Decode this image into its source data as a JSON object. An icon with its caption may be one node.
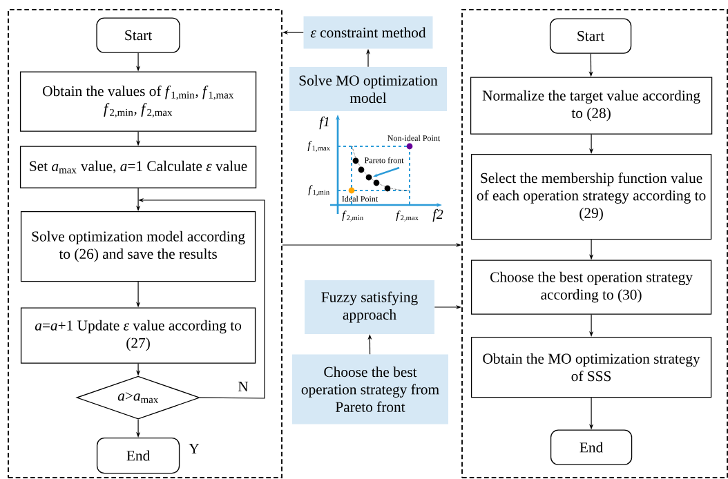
{
  "diagram": {
    "nodes": [
      {
        "text": [],
        "shape": "box"
      },
      {
        "text": [
          "Start"
        ],
        "in": 0
      },
      {
        "text": [
          "Obtain the values of *f*$_{1,min}$, *f*$_{1,max}$ *f*$_{2,min}$, *f*$_{2,max}$"
        ],
        "in": 0
      },
      {
        "text": [
          "Set *a*$_{max}$ value, *a*=1 Calculate *ε* value"
        ],
        "in": 0
      },
      {
        "text": [
          "Solve optimization model according to (26) and save the results"
        ],
        "in": 0
      },
      {
        "text": [
          "*a*=*a*+1 Update *ε* value according to (27)"
        ],
        "in": 0
      },
      {
        "text": [
          "*a*>*a*$_{max}$"
        ],
        "in": 0
      },
      {
        "text": [
          "End"
        ],
        "in": 0
      },
      {
        "text": [],
        "shape": "box"
      },
      {
        "text": [
          "Start"
        ],
        "in": 8
      },
      {
        "text": [
          "Normalize the target value according to (28)"
        ],
        "in": 8
      },
      {
        "text": [
          "Select the membership function value of each operation strategy according to (29)"
        ],
        "in": 8
      },
      {
        "text": [
          "Choose the best operation strategy according to (30)"
        ],
        "in": 8
      },
      {
        "text": [
          "Obtain the MO optimization strategy of SSS"
        ],
        "in": 8
      },
      {
        "text": [
          "End"
        ],
        "in": 8
      },
      {
        "text": [
          "*ε* constraint method"
        ]
      },
      {
        "text": [
          "Solve MO optimization model"
        ]
      },
      {
        "text": [
          "Fuzzy satisfying approach"
        ]
      },
      {
        "text": [
          "Choose the best operation strategy from Pareto front"
        ]
      }
    ],
    "edges": [
      {
        "from": 1,
        "to": 2,
        "arrow": "to"
      },
      {
        "from": 2,
        "to": 3,
        "arrow": "to"
      },
      {
        "from": 3,
        "to": 4,
        "arrow": "to"
      },
      {
        "from": 4,
        "to": 5,
        "arrow": "to"
      },
      {
        "from": 5,
        "to": 6,
        "arrow": "to"
      },
      {
        "from": 6,
        "to": 7,
        "arrow": "to",
        "label": "Y"
      },
      {
        "from": 6,
        "to": 4,
        "arrow": "to",
        "label": "N"
      },
      {
        "from": 9,
        "to": 10,
        "arrow": "to"
      },
      {
        "from": 10,
        "to": 11,
        "arrow": "to"
      },
      {
        "from": 11,
        "to": 12,
        "arrow": "to"
      },
      {
        "from": 12,
        "to": 13,
        "arrow": "to"
      },
      {
        "from": 13,
        "to": 14,
        "arrow": "to"
      },
      {
        "from": 16,
        "to": 15,
        "arrow": "to"
      },
      {
        "from": 15,
        "to": 0,
        "arrow": "to"
      },
      {
        "from": 0,
        "to": 8,
        "arrow": "to"
      },
      {
        "from": 18,
        "to": 17,
        "arrow": "to"
      },
      {
        "from": 17,
        "to": 8,
        "arrow": "to"
      }
    ],
    "labels": [
      "f1",
      "*f*$_{1,max}$",
      "*f*$_{1,min}$",
      "*f*$_{2,min}$",
      "*f*$_{2,max}$",
      "f2",
      "Non-ideal Point",
      "Pareto front",
      "Ideal Point"
    ]
  }
}
